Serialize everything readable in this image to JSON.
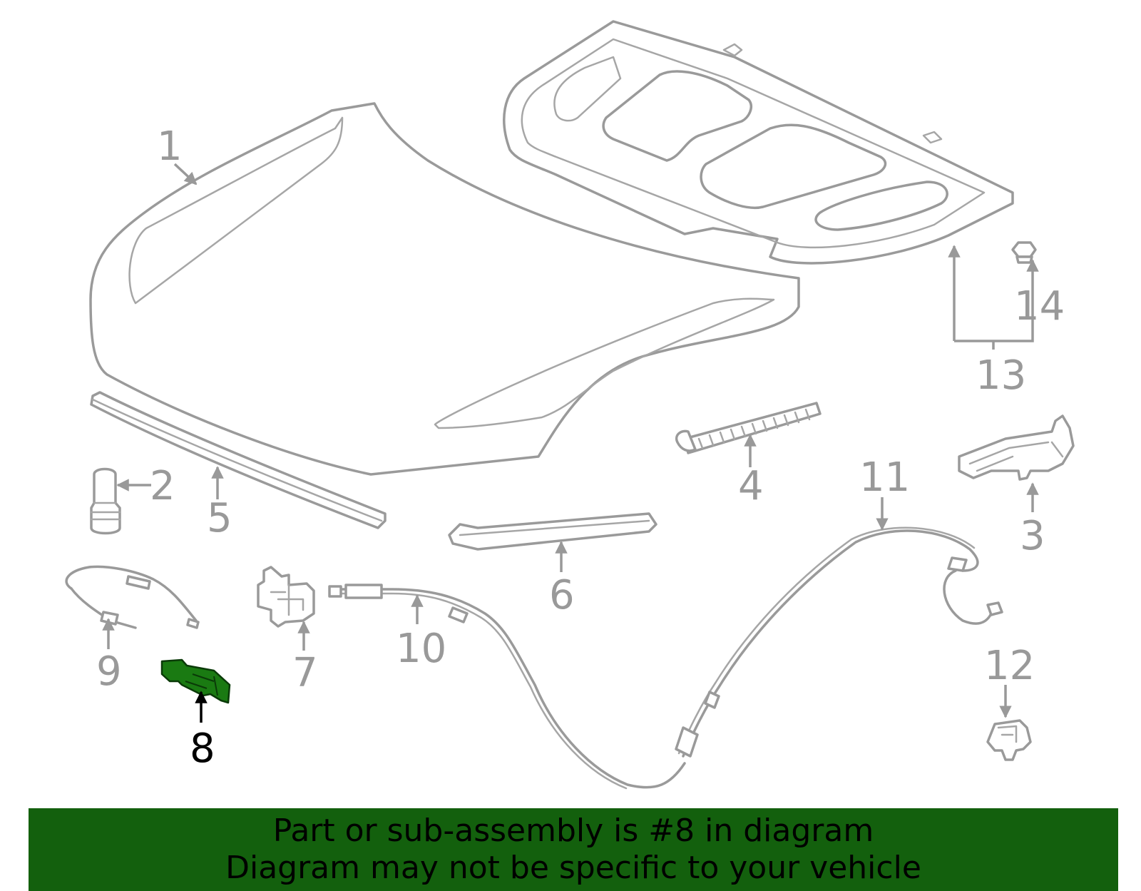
{
  "highlighted_part": "8",
  "banner": {
    "line1": "Part or sub-assembly is #8 in diagram",
    "line2": "Diagram may not be specific to your vehicle"
  },
  "callouts": {
    "c1": "1",
    "c2": "2",
    "c3": "3",
    "c4": "4",
    "c5": "5",
    "c6": "6",
    "c7": "7",
    "c8": "8",
    "c9": "9",
    "c10": "10",
    "c11": "11",
    "c12": "12",
    "c13": "13",
    "c14": "14"
  },
  "colors": {
    "line": "#999999",
    "highlight": "#1a7a12",
    "banner": "#13600d",
    "text_active": "#000000"
  }
}
